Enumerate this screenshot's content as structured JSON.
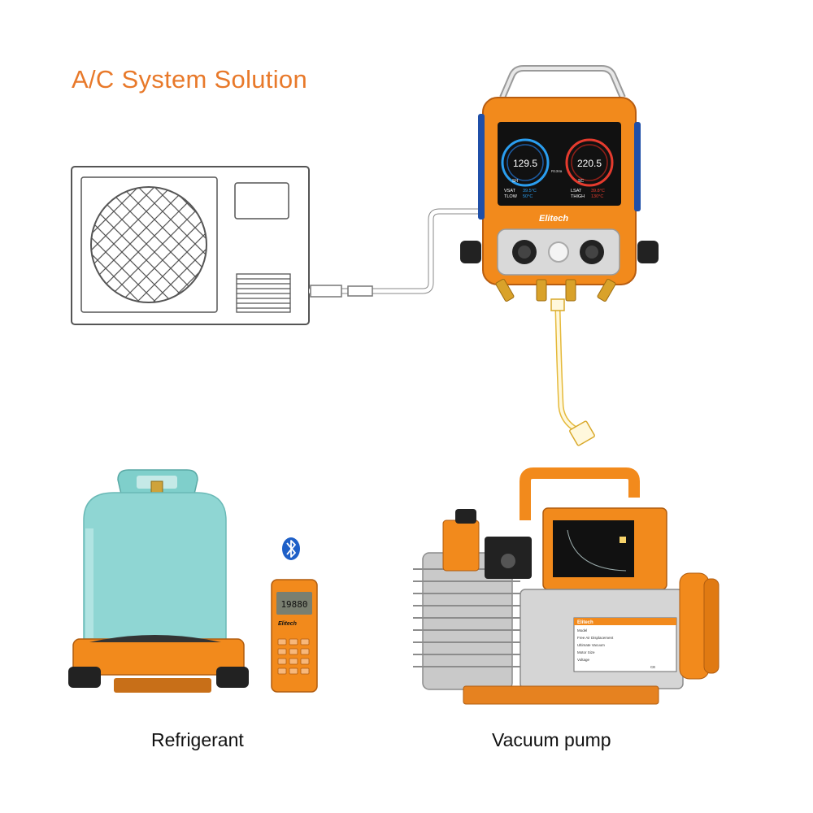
{
  "title": "A/C System Solution",
  "captions": {
    "refrigerant": "Refrigerant",
    "vacuum_pump": "Vacuum pump"
  },
  "manifold": {
    "brand": "Elitech",
    "low_pressure": "129.5",
    "high_pressure": "220.5",
    "vsat_label": "VSAT",
    "tlow_label": "TLOW",
    "vsat_value": "39.5°C",
    "tlow_value": "50°C",
    "lsat_label": "LSAT",
    "thigh_label": "THIGH",
    "lsat_value": "39.8°C",
    "thigh_value": "130°C",
    "sh_label": "SH",
    "sc_label": "SC",
    "refrigerant_label": "R134a"
  },
  "scale": {
    "brand": "Elitech",
    "reading": "19880"
  },
  "pump": {
    "brand": "Elitech",
    "plate_rows": [
      "Model",
      "Free Air Displacement",
      "Ultimate Vacuum",
      "Motor Size",
      "Voltage",
      "CE"
    ]
  },
  "colors": {
    "accent": "#e8792a",
    "pump_orange": "#f28a1c",
    "tank": "#8fd6d3",
    "screen": "#111111"
  },
  "icons": {
    "bluetooth": "bluetooth-icon"
  }
}
